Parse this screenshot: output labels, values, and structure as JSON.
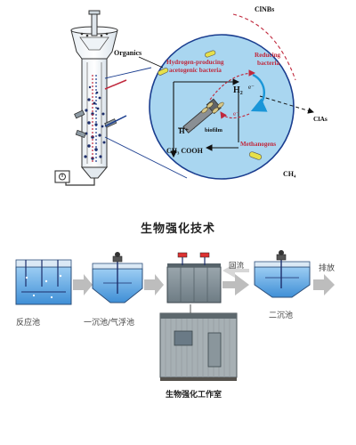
{
  "top": {
    "labels": {
      "clnbs": "ClNBs",
      "organics": "Organics",
      "hp_line1": "Hydrogen-producing",
      "hp_line2": "acetogenic bacteria",
      "rb_line1": "Reducing",
      "rb_line2": "bacteria",
      "h2": "H₂",
      "e1": "e⁻",
      "e2": "e⁻",
      "hplus": "H⁺",
      "biofilm": "biofilm",
      "ch3cooh": "CH₃ COOH",
      "methanogens": "Methanogens",
      "clas": "ClAs",
      "ch4": "CH₄"
    },
    "colors": {
      "bubble_fill": "#a9d6f0",
      "bubble_stroke": "#1a3d8f",
      "label_red": "#c0283c",
      "cycle_blue": "#1a96d8"
    }
  },
  "title": "生物强化技术",
  "bottom": {
    "labels": {
      "reaction_tank": "反应池",
      "primary_tank": "一沉池/气浮池",
      "recycle": "回流",
      "secondary_tank": "二沉池",
      "discharge": "排放",
      "workroom": "生物强化工作室"
    },
    "colors": {
      "water": "#5aa9e6",
      "arrow_grey": "#bdbdbd",
      "container": "#7a8a94"
    }
  }
}
